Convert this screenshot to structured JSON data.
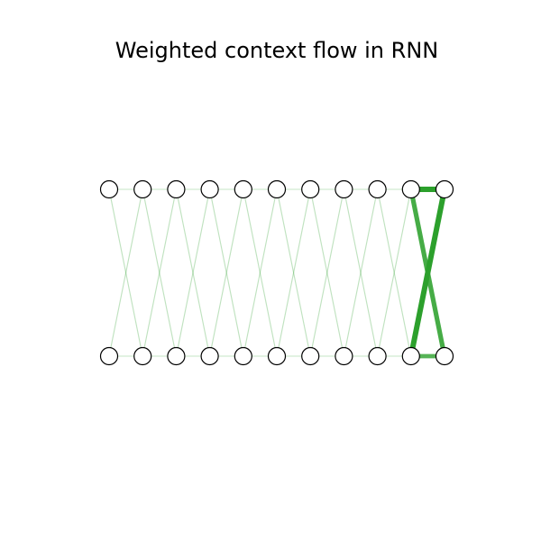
{
  "title": "Weighted context flow in RNN",
  "colors": {
    "edge": "#2ca02c",
    "node_fill": "#ffffff",
    "node_stroke": "#000000"
  },
  "rows": 2,
  "nodes_per_row": 11,
  "edges": [
    {
      "from": [
        0,
        0
      ],
      "to": [
        0,
        1
      ],
      "weight": 0.06
    },
    {
      "from": [
        0,
        1
      ],
      "to": [
        0,
        2
      ],
      "weight": 0.06
    },
    {
      "from": [
        0,
        2
      ],
      "to": [
        0,
        3
      ],
      "weight": 0.06
    },
    {
      "from": [
        0,
        3
      ],
      "to": [
        0,
        4
      ],
      "weight": 0.06
    },
    {
      "from": [
        0,
        4
      ],
      "to": [
        0,
        5
      ],
      "weight": 0.06
    },
    {
      "from": [
        0,
        5
      ],
      "to": [
        0,
        6
      ],
      "weight": 0.06
    },
    {
      "from": [
        0,
        6
      ],
      "to": [
        0,
        7
      ],
      "weight": 0.06
    },
    {
      "from": [
        0,
        7
      ],
      "to": [
        0,
        8
      ],
      "weight": 0.06
    },
    {
      "from": [
        0,
        8
      ],
      "to": [
        0,
        9
      ],
      "weight": 0.06
    },
    {
      "from": [
        0,
        9
      ],
      "to": [
        0,
        10
      ],
      "weight": 1.0
    },
    {
      "from": [
        1,
        0
      ],
      "to": [
        1,
        1
      ],
      "weight": 0.06
    },
    {
      "from": [
        1,
        1
      ],
      "to": [
        1,
        2
      ],
      "weight": 0.06
    },
    {
      "from": [
        1,
        2
      ],
      "to": [
        1,
        3
      ],
      "weight": 0.06
    },
    {
      "from": [
        1,
        3
      ],
      "to": [
        1,
        4
      ],
      "weight": 0.06
    },
    {
      "from": [
        1,
        4
      ],
      "to": [
        1,
        5
      ],
      "weight": 0.06
    },
    {
      "from": [
        1,
        5
      ],
      "to": [
        1,
        6
      ],
      "weight": 0.06
    },
    {
      "from": [
        1,
        6
      ],
      "to": [
        1,
        7
      ],
      "weight": 0.06
    },
    {
      "from": [
        1,
        7
      ],
      "to": [
        1,
        8
      ],
      "weight": 0.06
    },
    {
      "from": [
        1,
        8
      ],
      "to": [
        1,
        9
      ],
      "weight": 0.06
    },
    {
      "from": [
        1,
        9
      ],
      "to": [
        1,
        10
      ],
      "weight": 0.75
    },
    {
      "from": [
        0,
        0
      ],
      "to": [
        1,
        1
      ],
      "weight": 0.1
    },
    {
      "from": [
        0,
        1
      ],
      "to": [
        1,
        0
      ],
      "weight": 0.1
    },
    {
      "from": [
        0,
        1
      ],
      "to": [
        1,
        2
      ],
      "weight": 0.1
    },
    {
      "from": [
        0,
        2
      ],
      "to": [
        1,
        1
      ],
      "weight": 0.1
    },
    {
      "from": [
        0,
        2
      ],
      "to": [
        1,
        3
      ],
      "weight": 0.1
    },
    {
      "from": [
        0,
        3
      ],
      "to": [
        1,
        2
      ],
      "weight": 0.1
    },
    {
      "from": [
        0,
        3
      ],
      "to": [
        1,
        4
      ],
      "weight": 0.1
    },
    {
      "from": [
        0,
        4
      ],
      "to": [
        1,
        3
      ],
      "weight": 0.1
    },
    {
      "from": [
        0,
        4
      ],
      "to": [
        1,
        5
      ],
      "weight": 0.1
    },
    {
      "from": [
        0,
        5
      ],
      "to": [
        1,
        4
      ],
      "weight": 0.1
    },
    {
      "from": [
        0,
        5
      ],
      "to": [
        1,
        6
      ],
      "weight": 0.1
    },
    {
      "from": [
        0,
        6
      ],
      "to": [
        1,
        5
      ],
      "weight": 0.1
    },
    {
      "from": [
        0,
        6
      ],
      "to": [
        1,
        7
      ],
      "weight": 0.1
    },
    {
      "from": [
        0,
        7
      ],
      "to": [
        1,
        6
      ],
      "weight": 0.1
    },
    {
      "from": [
        0,
        7
      ],
      "to": [
        1,
        8
      ],
      "weight": 0.1
    },
    {
      "from": [
        0,
        8
      ],
      "to": [
        1,
        7
      ],
      "weight": 0.1
    },
    {
      "from": [
        0,
        8
      ],
      "to": [
        1,
        9
      ],
      "weight": 0.1
    },
    {
      "from": [
        0,
        9
      ],
      "to": [
        1,
        8
      ],
      "weight": 0.1
    },
    {
      "from": [
        0,
        9
      ],
      "to": [
        1,
        10
      ],
      "weight": 0.85
    },
    {
      "from": [
        0,
        10
      ],
      "to": [
        1,
        9
      ],
      "weight": 1.0
    }
  ]
}
